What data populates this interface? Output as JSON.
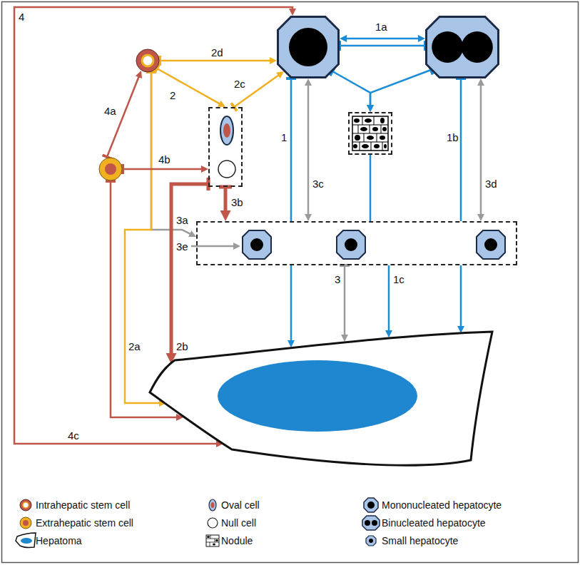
{
  "diagram": {
    "nodes": [
      {
        "text": []
      },
      {
        "text": []
      },
      {
        "text": []
      },
      {
        "text": []
      },
      {
        "text": []
      },
      {
        "text": [],
        "in": 4
      },
      {
        "text": [],
        "in": 4
      },
      {
        "text": []
      },
      {
        "text": []
      },
      {
        "text": [],
        "in": 8
      },
      {
        "text": [],
        "in": 8
      },
      {
        "text": [],
        "in": 8
      },
      {
        "text": []
      }
    ],
    "edges": [
      {
        "from": 0,
        "to": 1,
        "arrow": "to",
        "label": "2d"
      },
      {
        "from": 0,
        "to": 4,
        "arrow": "to",
        "label": "2"
      },
      {
        "from": 4,
        "to": 1,
        "arrow": "to",
        "label": "2c"
      },
      {
        "from": 0,
        "to": 8,
        "arrow": "to",
        "label": "3a"
      },
      {
        "from": 0,
        "to": 12,
        "arrow": "to",
        "label": "2a"
      },
      {
        "from": 3,
        "to": 0,
        "arrow": "to",
        "label": "4a"
      },
      {
        "from": 3,
        "to": 4,
        "arrow": "to",
        "label": "4b"
      },
      {
        "from": 3,
        "to": 12,
        "arrow": "to"
      },
      {
        "from": 4,
        "to": 12,
        "arrow": "to",
        "label": "2b"
      },
      {
        "from": 4,
        "to": 8,
        "arrow": "to",
        "label": "3b"
      },
      {
        "from": 1,
        "to": 2,
        "arrow": "both",
        "label": "1a"
      },
      {
        "from": 1,
        "to": 2,
        "arrow": "none"
      },
      {
        "from": 1,
        "to": 8,
        "arrow": "none",
        "label": "1"
      },
      {
        "from": 1,
        "to": 8,
        "arrow": "both",
        "label": "3c"
      },
      {
        "from": 1,
        "to": 7,
        "arrow": "to"
      },
      {
        "from": 2,
        "to": 7,
        "arrow": "to"
      },
      {
        "from": 7,
        "to": 8,
        "arrow": "none"
      },
      {
        "from": 2,
        "to": 8,
        "arrow": "none",
        "label": "1b"
      },
      {
        "from": 2,
        "to": 8,
        "arrow": "both",
        "label": "3d"
      },
      {
        "from": 8,
        "to": 12,
        "arrow": "to"
      },
      {
        "from": 8,
        "to": 12,
        "arrow": "to",
        "label": "1c"
      },
      {
        "from": 8,
        "to": 12,
        "arrow": "to",
        "label": "3"
      },
      {
        "from": 8,
        "to": 12,
        "arrow": "to"
      },
      {
        "from": 1,
        "to": 12,
        "arrow": "both",
        "label": "4"
      }
    ],
    "labels": [
      "3e",
      "4c"
    ],
    "legend": [
      {
        "text": "Intrahepatic stem cell"
      },
      {
        "text": "Oval cell"
      },
      {
        "text": "Mononucleated hepatocyte"
      },
      {
        "text": "Extrahepatic stem cell"
      },
      {
        "text": "Null cell"
      },
      {
        "text": "Binucleated hepatocyte"
      },
      {
        "text": "Hepatoma"
      },
      {
        "text": "Nodule"
      },
      {
        "text": "Small hepatocyte"
      }
    ]
  }
}
